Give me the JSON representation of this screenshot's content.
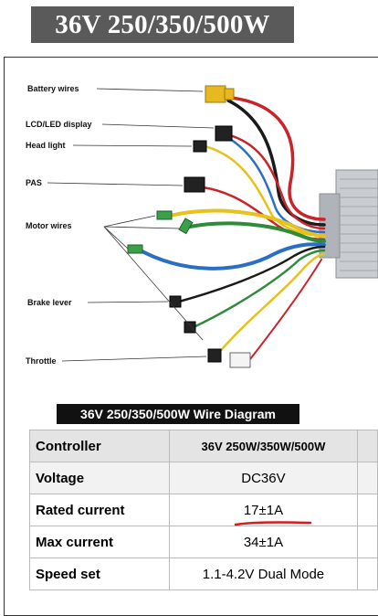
{
  "header": {
    "title": "36V 250/350/500W"
  },
  "labels": {
    "battery": "Battery wires",
    "lcd": "LCD/LED display",
    "headlight": "Head light",
    "pas": "PAS",
    "motor": "Motor wires",
    "brake": "Brake lever",
    "throttle": "Throttle"
  },
  "diagram_banner": "36V 250/350/500W Wire Diagram",
  "table": {
    "header": [
      "Controller",
      "36V 250W/350W/500W"
    ],
    "rows": [
      [
        "Voltage",
        "DC36V"
      ],
      [
        "Rated current",
        "17±1A"
      ],
      [
        "Max current",
        "34±1A"
      ],
      [
        "Speed set",
        "1.1-4.2V Dual Mode"
      ]
    ]
  },
  "colors": {
    "banner_bg": "#5a5a5a",
    "battery_connector": "#e8b820",
    "wire_red": "#c8242a",
    "wire_black": "#1a1a1a",
    "wire_yellow": "#e6c21a",
    "wire_green": "#2e8b3a",
    "wire_blue": "#2a6fc4",
    "underline_red": "#d81b1b"
  }
}
